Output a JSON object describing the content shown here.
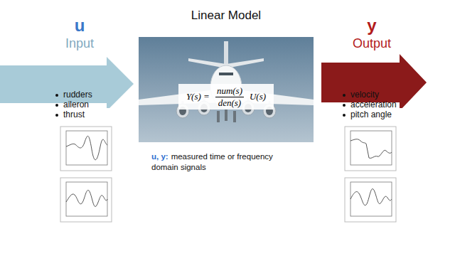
{
  "diagram": {
    "title": "Linear Model",
    "nodes": [
      {
        "text": [
          "u",
          "Input"
        ]
      },
      {
        "text": [
          "Y(s) =",
          "num(s)",
          "den(s)",
          "U(s)"
        ]
      },
      {
        "text": [
          "y",
          "Output"
        ]
      }
    ],
    "labels": [
      "rudders",
      "aileron",
      "thrust",
      "velocity",
      "acceleration",
      "pitch angle",
      "u, y:",
      "measured time or frequency domain signals"
    ]
  }
}
